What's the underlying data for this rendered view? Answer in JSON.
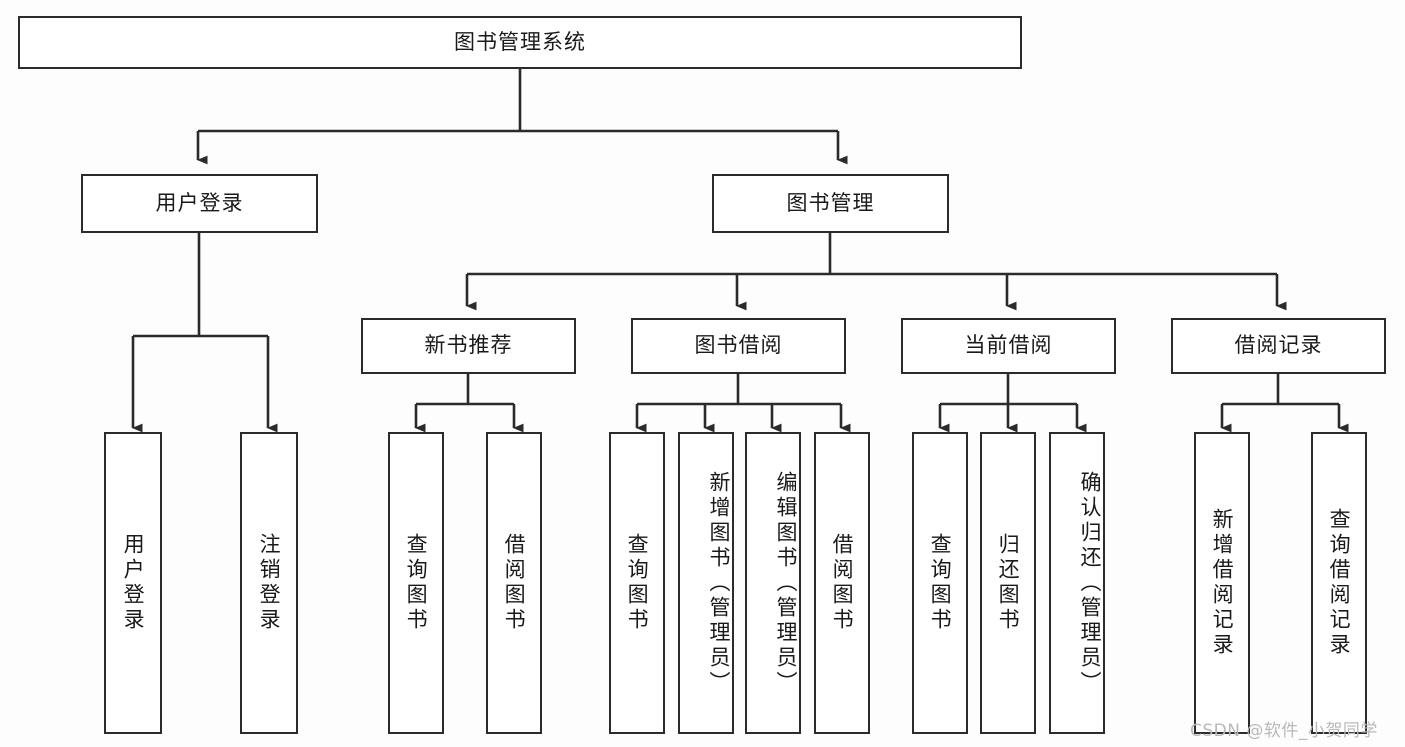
{
  "diagram": {
    "title": "图书管理系统",
    "type": "tree-hierarchy-chart",
    "colors": {
      "border": "#2b2b2b",
      "fill": "#ffffff",
      "text": "#1a1a1a",
      "background": "#fdfdfd",
      "watermark": "#b9b9b9"
    },
    "root": {
      "label": "图书管理系统"
    },
    "level2": [
      {
        "label": "用户登录"
      },
      {
        "label": "图书管理"
      }
    ],
    "level3": [
      {
        "label": "新书推荐"
      },
      {
        "label": "图书借阅"
      },
      {
        "label": "当前借阅"
      },
      {
        "label": "借阅记录"
      }
    ],
    "leaves": {
      "user_login": [
        {
          "label": "用户登录"
        },
        {
          "label": "注销登录"
        }
      ],
      "new_book_recommend": [
        {
          "label": "查询图书"
        },
        {
          "label": "借阅图书"
        }
      ],
      "book_borrow": [
        {
          "label": "查询图书"
        },
        {
          "label": "新增图书（管理员）"
        },
        {
          "label": "编辑图书（管理员）"
        },
        {
          "label": "借阅图书"
        }
      ],
      "current_borrow": [
        {
          "label": "查询图书"
        },
        {
          "label": "归还图书"
        },
        {
          "label": "确认归还（管理员）"
        }
      ],
      "borrow_record": [
        {
          "label": "新增借阅记录"
        },
        {
          "label": "查询借阅记录"
        }
      ]
    }
  },
  "watermark": {
    "text": "CSDN @软件_小贺同学"
  }
}
